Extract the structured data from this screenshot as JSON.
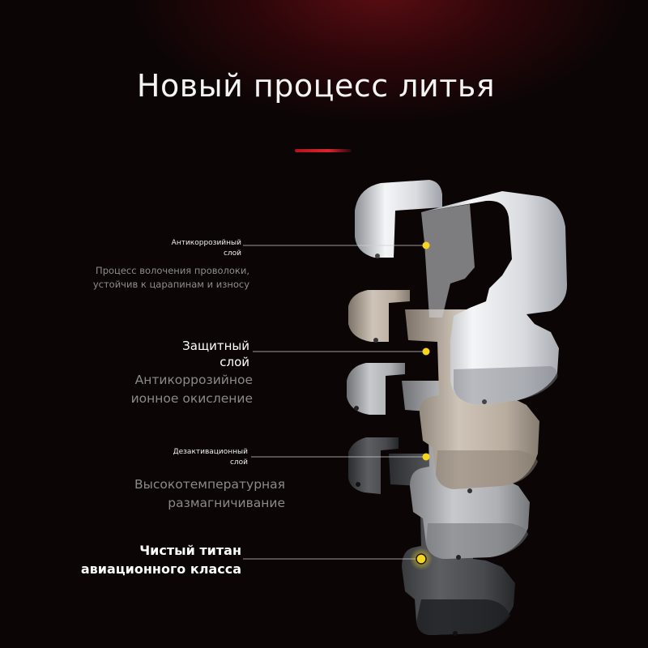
{
  "title": "Новый процесс литья",
  "layers": [
    {
      "name_lines": [
        "Антикоррозийный",
        "слой"
      ],
      "desc_lines": [
        "Процесс волочения проволоки,",
        "устойчив к царапинам и износу"
      ]
    },
    {
      "name_lines": [
        "Защитный",
        "слой"
      ],
      "desc_lines": [
        "Антикоррозийное",
        "ионное окисление"
      ]
    },
    {
      "name_lines": [
        "Дезактивационный",
        "слой"
      ],
      "desc_lines": [
        "Высокотемпературная",
        "размагничивание"
      ]
    },
    {
      "name_lines": [
        "Чистый титан",
        "авиационного класса"
      ],
      "desc_lines": []
    }
  ],
  "colors": {
    "accent": "#d8262f",
    "marker": "#f5d51e",
    "link_1": "#e9e9ec",
    "link_2": "#b8aca0",
    "link_3": "#a9abae",
    "link_4": "#4a4b4e"
  }
}
